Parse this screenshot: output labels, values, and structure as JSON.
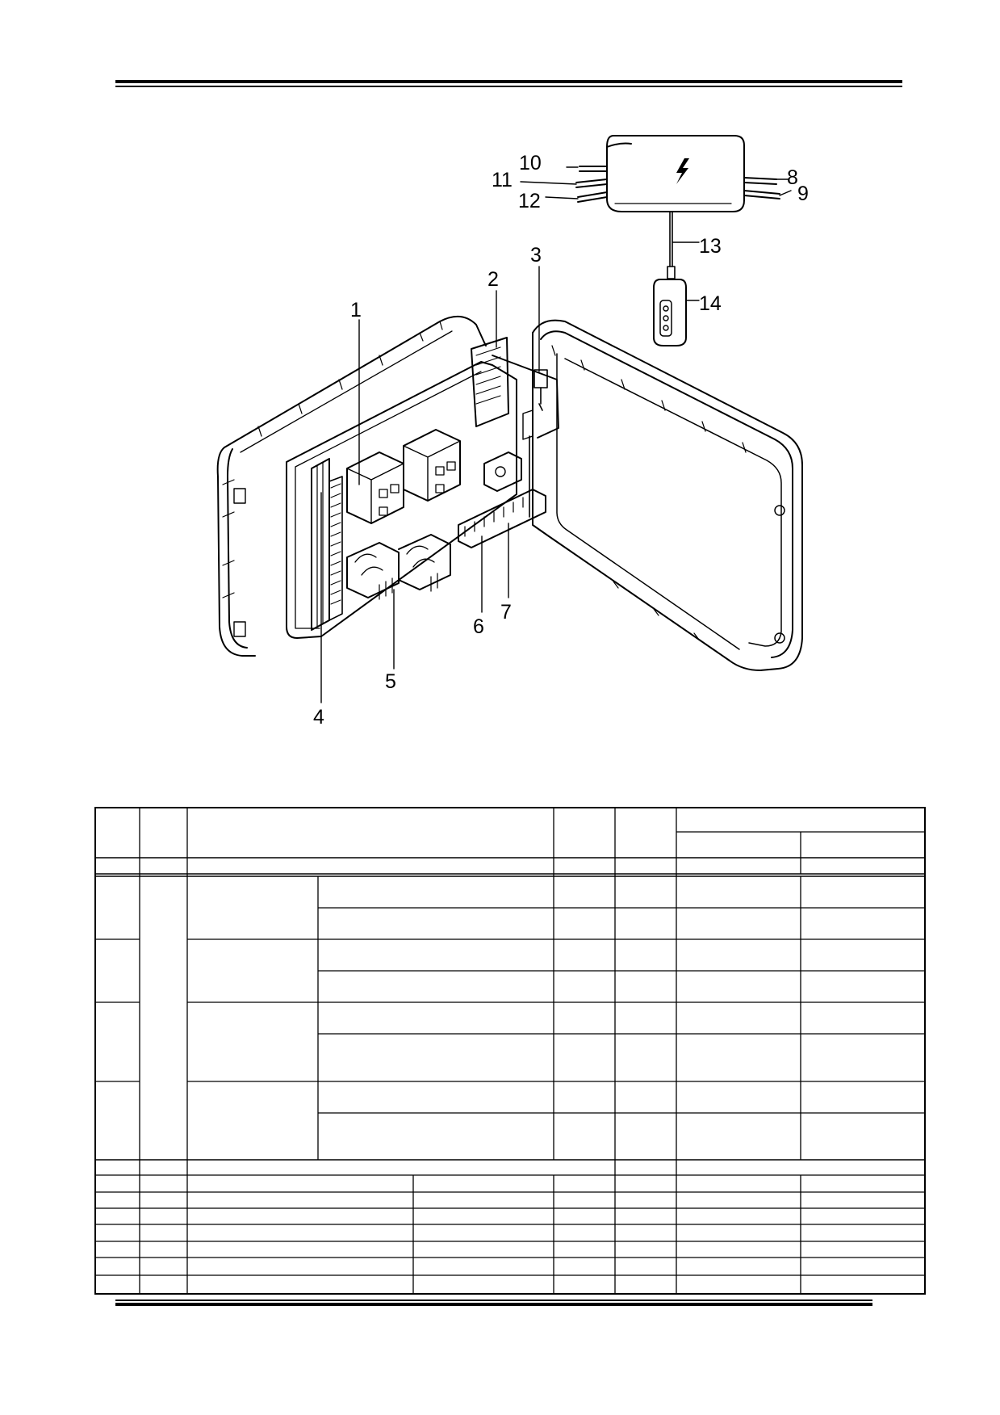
{
  "figure": {
    "callouts": [
      {
        "id": "1",
        "text": "1"
      },
      {
        "id": "2",
        "text": "2"
      },
      {
        "id": "3",
        "text": "3"
      },
      {
        "id": "4",
        "text": "4"
      },
      {
        "id": "5",
        "text": "5"
      },
      {
        "id": "6",
        "text": "6"
      },
      {
        "id": "7",
        "text": "7"
      },
      {
        "id": "8",
        "text": "8"
      },
      {
        "id": "9",
        "text": "9"
      },
      {
        "id": "10",
        "text": "10"
      },
      {
        "id": "11",
        "text": "11"
      },
      {
        "id": "12",
        "text": "12"
      },
      {
        "id": "13",
        "text": "13"
      },
      {
        "id": "14",
        "text": "14"
      }
    ],
    "icons": [
      "lightning-bolt-icon"
    ]
  },
  "table": {
    "header_rows": 2,
    "body_groups": 4,
    "lower_rows": 7,
    "cells": []
  }
}
